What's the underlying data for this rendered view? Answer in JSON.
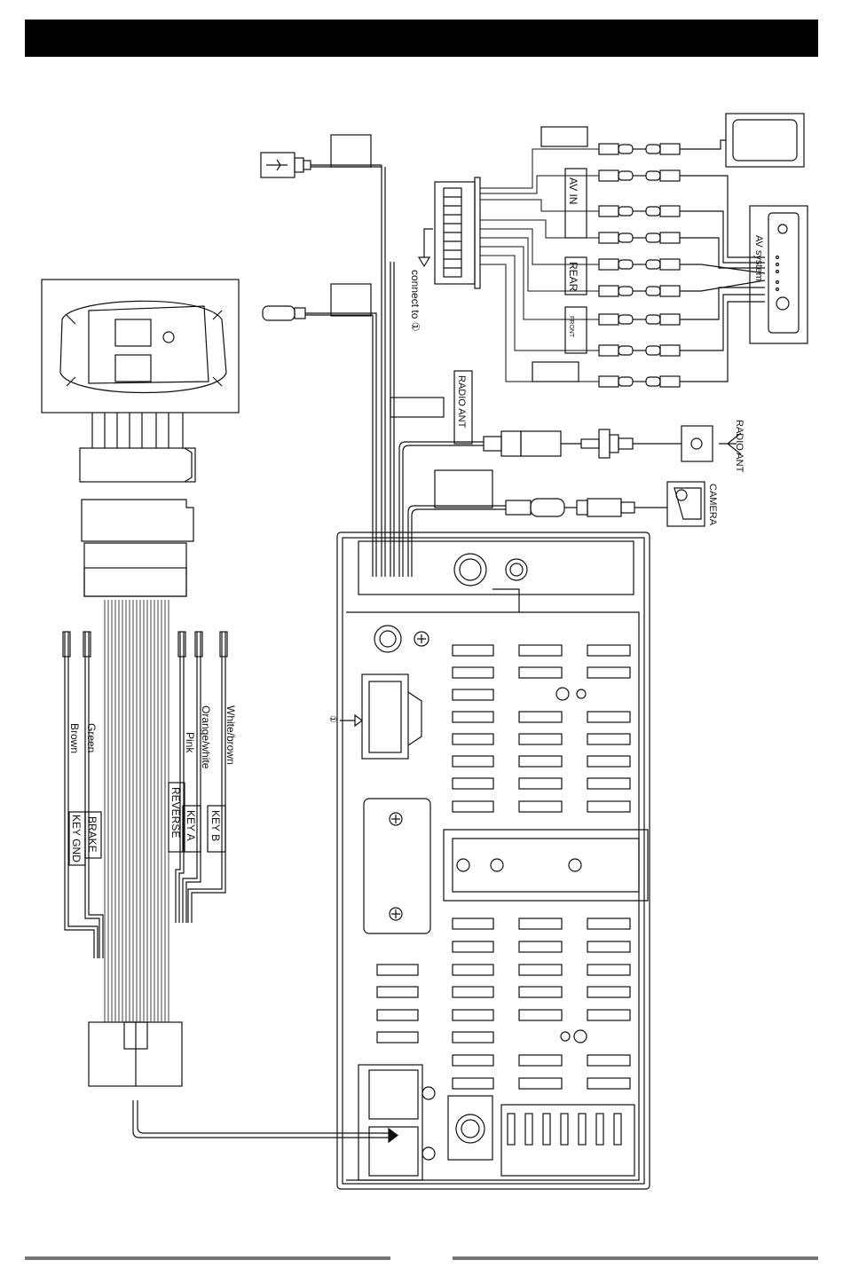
{
  "labels": {
    "connect_to": "connect to ①",
    "av_in": "AV IN",
    "rear": "REAR",
    "front": "FRONT",
    "av_system": "AV system",
    "radio_ant_box": "RADIO ANT",
    "radio_ant": "RADIO ANT",
    "camera": "CAMERA",
    "marker_1": "①"
  },
  "wires": [
    {
      "color": "White/brown",
      "function": "KEY B"
    },
    {
      "color": "Orange/white",
      "function": "KEY A"
    },
    {
      "color": "Pink",
      "function": "REVERSE"
    },
    {
      "color": "Green",
      "function": "BRAKE"
    },
    {
      "color": "Brown",
      "function": "KEY GND"
    }
  ],
  "colors": {
    "ink": "#111111",
    "header": "#000000",
    "footer": "#777777"
  }
}
